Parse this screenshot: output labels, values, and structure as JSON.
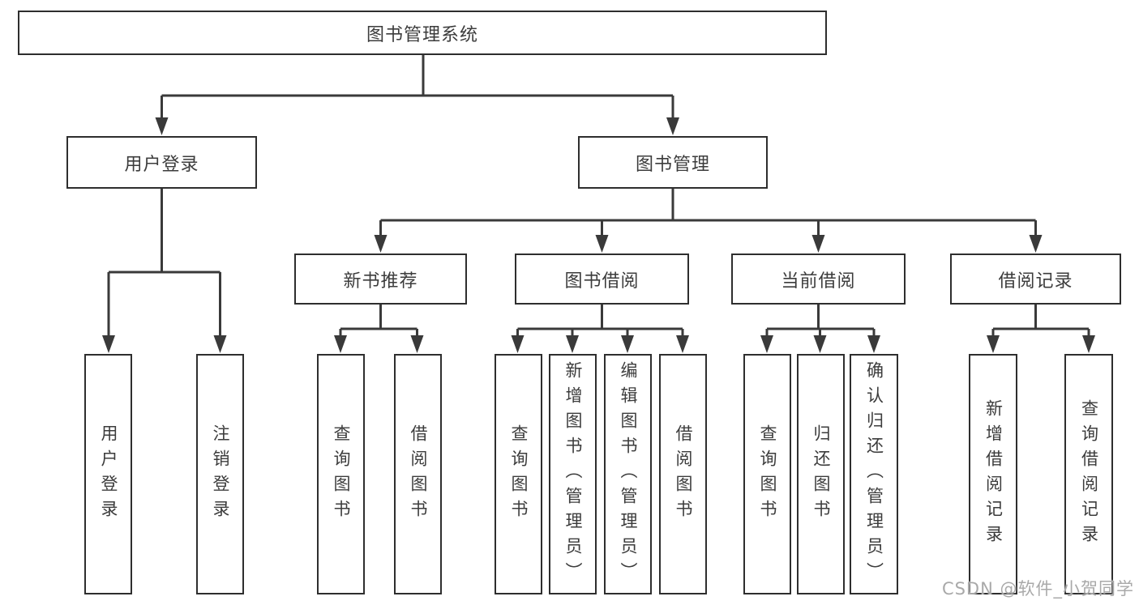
{
  "diagram": {
    "title": "图书管理系统",
    "root": {
      "label": "图书管理系统"
    },
    "branches": [
      {
        "label": "用户登录",
        "children": [
          "用户登录",
          "注销登录"
        ]
      },
      {
        "label": "图书管理",
        "children": [
          {
            "label": "新书推荐",
            "children": [
              "查询图书",
              "借阅图书"
            ]
          },
          {
            "label": "图书借阅",
            "children": [
              "查询图书",
              "新增图书（管理员）",
              "编辑图书（管理员）",
              "借阅图书"
            ]
          },
          {
            "label": "当前借阅",
            "children": [
              "查询图书",
              "归还图书",
              "确认归还（管理员）"
            ]
          },
          {
            "label": "借阅记录",
            "children": [
              "新增借阅记录",
              "查询借阅记录"
            ]
          }
        ]
      }
    ]
  },
  "watermark": "CSDN @软件_小贺同学",
  "colors": {
    "line": "#3a3a3a",
    "border": "#2e2e2e",
    "text": "#3c3c3c",
    "watermark": "#a9a9a9",
    "background": "#ffffff"
  }
}
